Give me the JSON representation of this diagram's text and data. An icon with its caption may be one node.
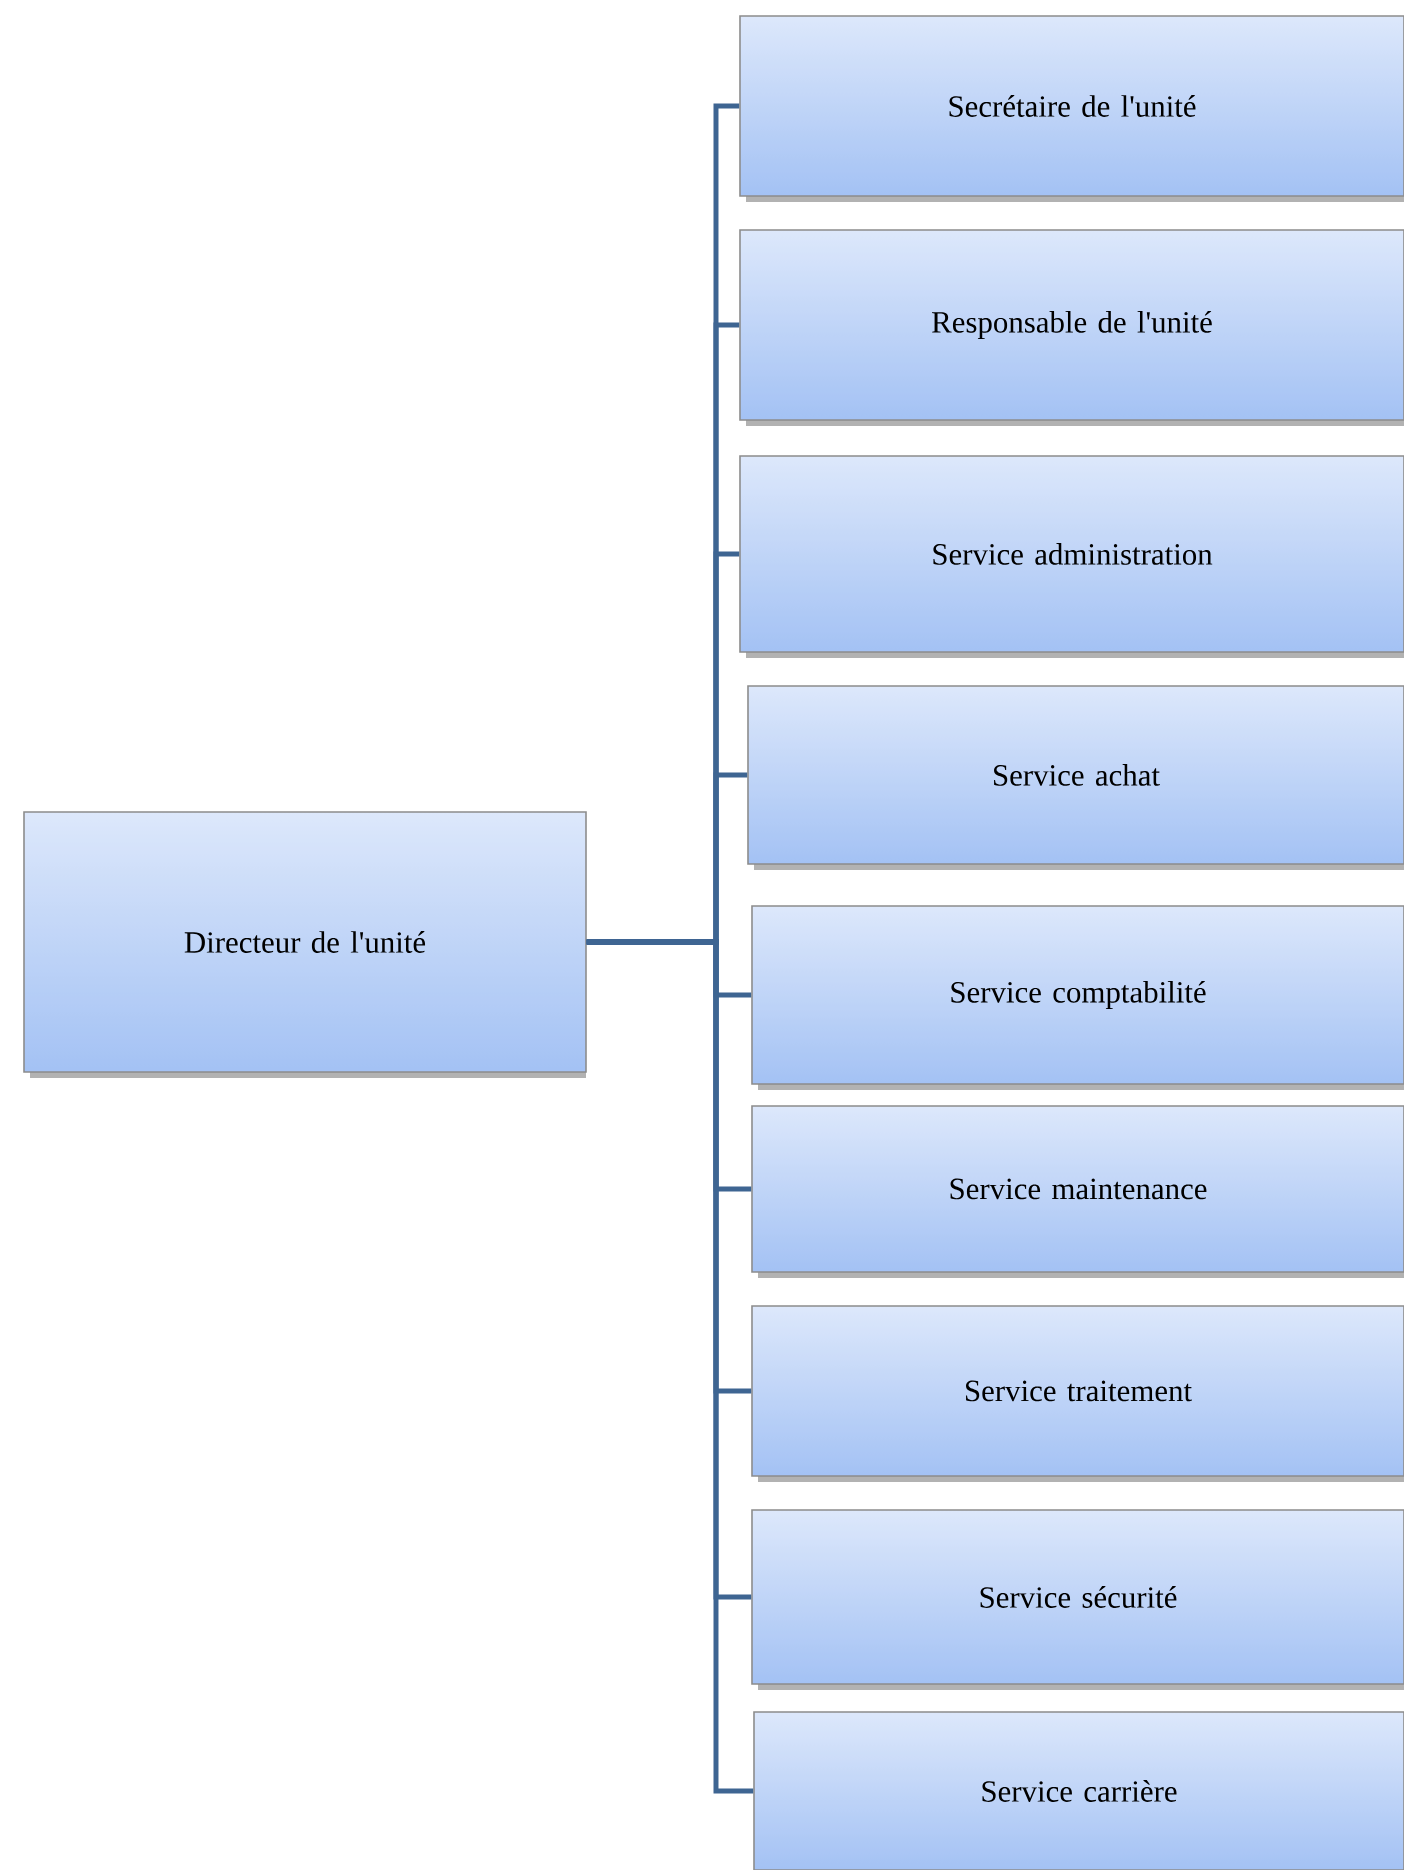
{
  "diagram": {
    "nodes": [
      {
        "text": [
          "Directeur de l'unité"
        ]
      },
      {
        "text": [
          "Secrétaire de l'unité"
        ]
      },
      {
        "text": [
          "Responsable de l'unité"
        ]
      },
      {
        "text": [
          "Service administration"
        ]
      },
      {
        "text": [
          "Service achat"
        ]
      },
      {
        "text": [
          "Service comptabilité"
        ]
      },
      {
        "text": [
          "Service maintenance"
        ]
      },
      {
        "text": [
          "Service traitement"
        ]
      },
      {
        "text": [
          "Service sécurité"
        ]
      },
      {
        "text": [
          "Service carrière"
        ]
      }
    ],
    "edges": [
      {
        "from": 0,
        "to": 1,
        "arrow": "none"
      },
      {
        "from": 0,
        "to": 2,
        "arrow": "none"
      },
      {
        "from": 0,
        "to": 3,
        "arrow": "none"
      },
      {
        "from": 0,
        "to": 4,
        "arrow": "none"
      },
      {
        "from": 0,
        "to": 5,
        "arrow": "none"
      },
      {
        "from": 0,
        "to": 6,
        "arrow": "none"
      },
      {
        "from": 0,
        "to": 7,
        "arrow": "none"
      },
      {
        "from": 0,
        "to": 8,
        "arrow": "none"
      },
      {
        "from": 0,
        "to": 9,
        "arrow": "none"
      }
    ]
  }
}
